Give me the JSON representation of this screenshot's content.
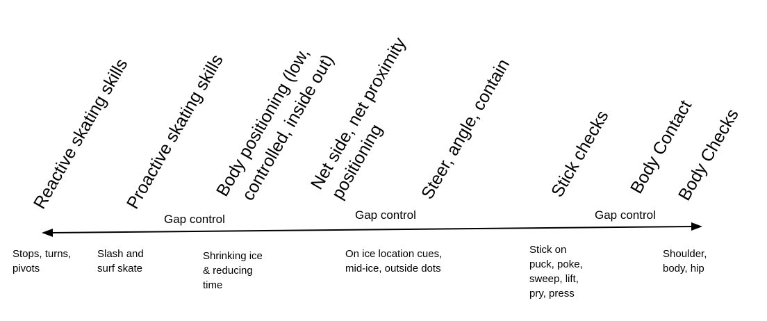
{
  "skills": [
    "Reactive skating skills",
    "Proactive skating skills",
    "Body positioning (low,",
    "controlled, inside out)",
    "Net side, net proximity",
    "positioning",
    "Steer, angle, contain",
    "Stick checks",
    "Body Contact",
    "Body Checks"
  ],
  "gap_labels": [
    "Gap control",
    "Gap control",
    "Gap control"
  ],
  "descriptions": {
    "d1": [
      "Stops, turns,",
      "pivots"
    ],
    "d2": [
      "Slash and",
      "surf skate"
    ],
    "d3": [
      "Shrinking ice",
      "& reducing",
      "time"
    ],
    "d4": [
      "On ice location cues,",
      "mid-ice, outside dots"
    ],
    "d5": [
      "Stick on",
      "puck, poke,",
      "sweep, lift,",
      "pry, press"
    ],
    "d6": [
      "Shoulder,",
      "body, hip"
    ]
  }
}
